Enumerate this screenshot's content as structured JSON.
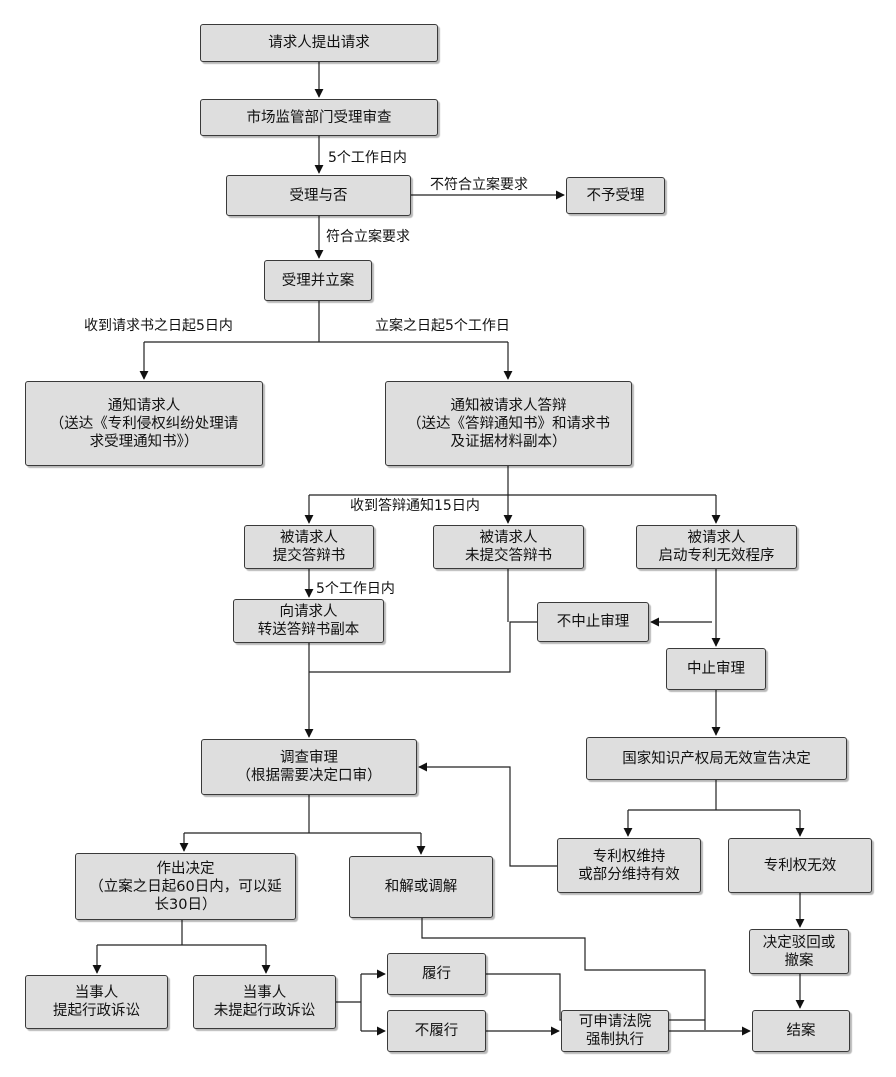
{
  "nodes": {
    "request": [
      "请求人提出请求"
    ],
    "review": [
      "市场监管部门受理审查"
    ],
    "accept_or_not": [
      "受理与否"
    ],
    "reject": [
      "不予受理"
    ],
    "accept_file": [
      "受理并立案"
    ],
    "notify_requester": [
      "通知请求人",
      "（送达《专利侵权纠纷处理请",
      "求受理通知书》）"
    ],
    "notify_respondent": [
      "通知被请求人答辩",
      "（送达《答辩通知书》和请求书",
      "及证据材料副本）"
    ],
    "submit_defense": [
      "被请求人",
      "提交答辩书"
    ],
    "no_defense": [
      "被请求人",
      "未提交答辩书"
    ],
    "start_invalidation": [
      "被请求人",
      "启动专利无效程序"
    ],
    "forward_defense": [
      "向请求人",
      "转送答辩书副本"
    ],
    "not_suspend": [
      "不中止审理"
    ],
    "suspend": [
      "中止审理"
    ],
    "investigate": [
      "调查审理",
      "（根据需要决定口审）"
    ],
    "cnipa_decision": [
      "国家知识产权局无效宣告决定"
    ],
    "make_decision": [
      "作出决定",
      "（立案之日起60日内，可以延",
      "长30日）"
    ],
    "settlement": [
      "和解或调解"
    ],
    "patent_upheld": [
      "专利权维持",
      "或部分维持有效"
    ],
    "patent_invalid": [
      "专利权无效"
    ],
    "party_litigate": [
      "当事人",
      "提起行政诉讼"
    ],
    "party_no_litigate": [
      "当事人",
      "未提起行政诉讼"
    ],
    "perform": [
      "履行"
    ],
    "not_perform": [
      "不履行"
    ],
    "court_enforce": [
      "可申请法院",
      "强制执行"
    ],
    "reject_or_withdraw": [
      "决定驳回或",
      "撤案"
    ],
    "close_case": [
      "结案"
    ]
  },
  "labels": {
    "within_5_days_1": "5个工作日内",
    "not_meet_requirements": "不符合立案要求",
    "meet_requirements": "符合立案要求",
    "within_5_days_receipt": "收到请求书之日起5日内",
    "within_5_workdays_filing": "立案之日起5个工作日",
    "within_15_days_notice": "收到答辩通知15日内",
    "within_5_days_2": "5个工作日内"
  }
}
